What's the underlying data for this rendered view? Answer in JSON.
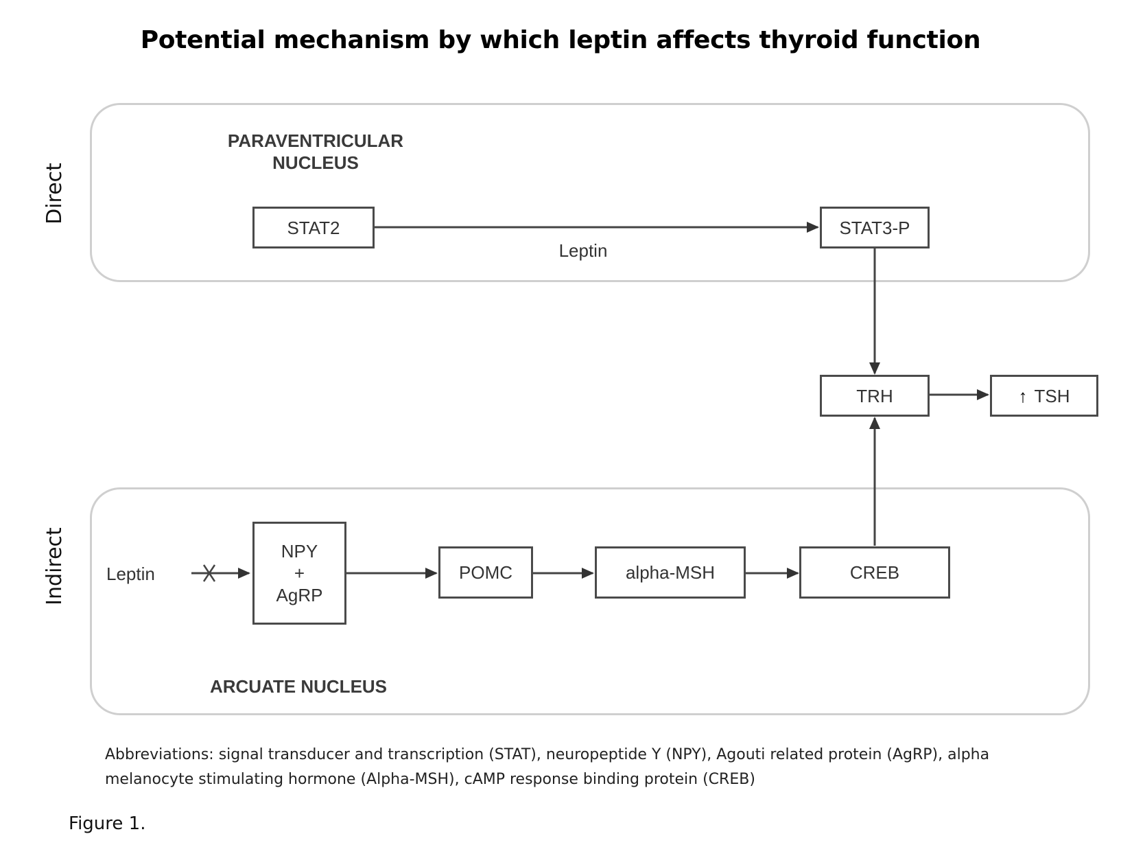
{
  "title": "Potential mechanism by which leptin affects thyroid function",
  "regions": {
    "direct": {
      "side_label": "Direct",
      "name": "PARAVENTRICULAR\nNUCLEUS"
    },
    "indirect": {
      "side_label": "Indirect",
      "name": "ARCUATE NUCLEUS"
    }
  },
  "nodes": {
    "stat2": "STAT2",
    "stat3p": "STAT3-P",
    "trh": "TRH",
    "tsh": "TSH",
    "tsh_arrow": "↑",
    "npy_agrp": "NPY\n+\nAgRP",
    "pomc": "POMC",
    "alpha_msh": "alpha-MSH",
    "creb": "CREB"
  },
  "edge_labels": {
    "direct_leptin": "Leptin",
    "indirect_leptin": "Leptin"
  },
  "edges": [
    {
      "from": "STAT2",
      "to": "STAT3-P",
      "label": "Leptin"
    },
    {
      "from": "STAT3-P",
      "to": "TRH"
    },
    {
      "from": "TRH",
      "to": "TSH"
    },
    {
      "from": "Leptin",
      "to": "NPY + AgRP",
      "blocked": true
    },
    {
      "from": "NPY + AgRP",
      "to": "POMC"
    },
    {
      "from": "POMC",
      "to": "alpha-MSH"
    },
    {
      "from": "alpha-MSH",
      "to": "CREB"
    },
    {
      "from": "CREB",
      "to": "TRH"
    }
  ],
  "caption": "Abbreviations: signal transducer and transcription (STAT), neuropeptide Y (NPY), Agouti related protein (AgRP), alpha melanocyte stimulating hormone (Alpha-MSH), cAMP response binding protein (CREB)",
  "figure_label": "Figure 1."
}
